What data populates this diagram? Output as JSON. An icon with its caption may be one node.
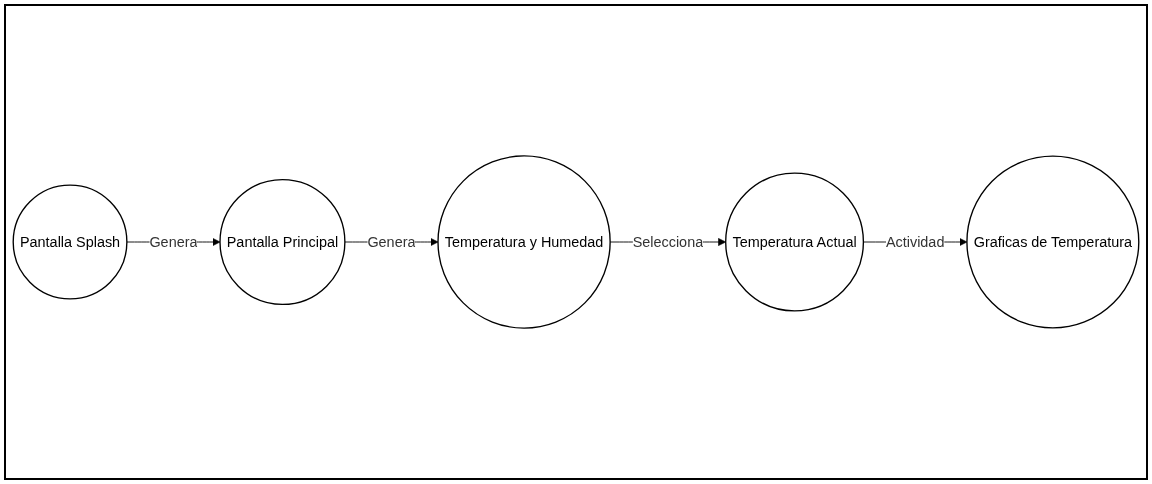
{
  "diagram": {
    "nodes": [
      {
        "text": [
          "Pantalla Splash"
        ]
      },
      {
        "text": [
          "Pantalla Principal"
        ]
      },
      {
        "text": [
          "Temperatura y Humedad"
        ]
      },
      {
        "text": [
          "Temperatura Actual"
        ]
      },
      {
        "text": [
          "Graficas de Temperatura"
        ]
      }
    ],
    "edges": [
      {
        "from": 0,
        "to": 1,
        "arrow": "to",
        "label": "Genera"
      },
      {
        "from": 1,
        "to": 2,
        "arrow": "to",
        "label": "Genera"
      },
      {
        "from": 2,
        "to": 3,
        "arrow": "to",
        "label": "Selecciona"
      },
      {
        "from": 3,
        "to": 4,
        "arrow": "to",
        "label": "Actividad"
      }
    ]
  }
}
